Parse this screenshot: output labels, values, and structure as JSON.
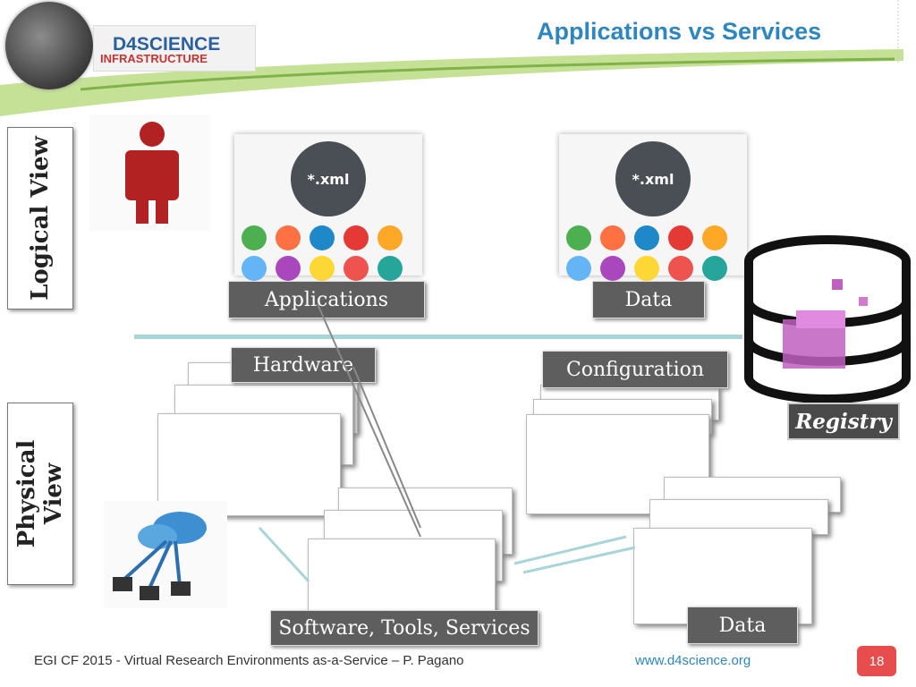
{
  "header": {
    "title": "Applications vs Services",
    "logo_line1": "D4SCIENCE",
    "logo_line2": "INFRASTRUCTURE"
  },
  "side_labels": {
    "logical": "Logical View",
    "physical": "Physical View"
  },
  "logical": {
    "applications_icon_text": "*.xml",
    "data_icon_text": "*.xml",
    "applications_label": "Applications",
    "data_label": "Data"
  },
  "physical": {
    "hardware_label": "Hardware",
    "configuration_label": "Configuration",
    "registry_label": "Registry",
    "software_label": "Software, Tools, Services",
    "data_label": "Data"
  },
  "footer": {
    "left": "EGI CF 2015 - Virtual Research Environments as-a-Service – P. Pagano",
    "url": "www.d4science.org",
    "page": "18"
  },
  "colors": {
    "accent": "#2e86c1",
    "label_bg": "#5e5e5e",
    "page_badge": "#e84d4d",
    "swoosh_green": "#9ccc3c",
    "person": "#b22222"
  }
}
